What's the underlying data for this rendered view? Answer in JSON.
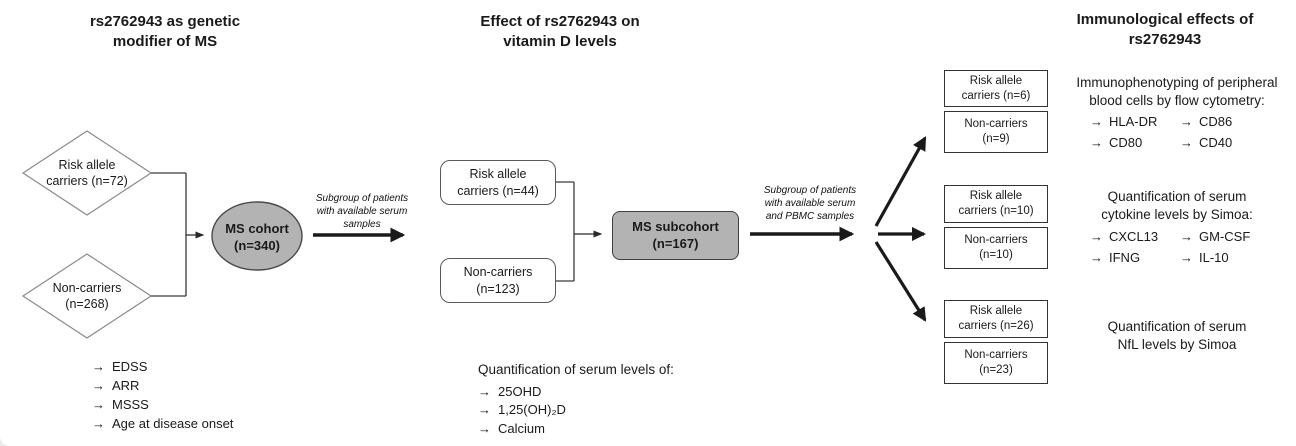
{
  "icons": {
    "arrow_right": "→"
  },
  "left": {
    "title_lines": [
      "rs2762943 as genetic",
      "modifier of MS"
    ],
    "risk_diamond_lines": [
      "Risk allele",
      "carriers (n=72)"
    ],
    "noncarrier_diamond_lines": [
      "Non-carriers",
      "(n=268)"
    ],
    "cohort_lines": [
      "MS cohort",
      "(n=340)"
    ],
    "outcome_items": [
      "EDSS",
      "ARR",
      "MSSS",
      "Age at disease onset"
    ]
  },
  "middle": {
    "title_lines": [
      "Effect of rs2762943 on",
      "vitamin D levels"
    ],
    "subgroup_label_lines": [
      "Subgroup of patients",
      "with available serum",
      "samples"
    ],
    "risk_box_lines": [
      "Risk allele",
      "carriers (n=44)"
    ],
    "noncarrier_box_lines": [
      "Non-carriers",
      "(n=123)"
    ],
    "subcohort_lines": [
      "MS subcohort",
      "(n=167)"
    ],
    "quant_heading": "Quantification of serum levels of:",
    "quant_items": [
      "25OHD",
      "1,25(OH)₂D",
      "Calcium"
    ]
  },
  "right": {
    "title_lines": [
      "Immunological effects of",
      "rs2762943"
    ],
    "subgroup_label_lines": [
      "Subgroup of patients",
      "with available serum",
      "and PBMC samples"
    ],
    "groups": [
      {
        "risk_lines": [
          "Risk allele",
          "carriers (n=6)"
        ],
        "noncarrier_lines": [
          "Non-carriers",
          "(n=9)"
        ],
        "desc_lines": [
          "Immunophenotyping of peripheral",
          "blood cells by flow cytometry:"
        ],
        "markers": [
          "HLA-DR",
          "CD86",
          "CD80",
          "CD40"
        ]
      },
      {
        "risk_lines": [
          "Risk allele",
          "carriers (n=10)"
        ],
        "noncarrier_lines": [
          "Non-carriers",
          "(n=10)"
        ],
        "desc_lines": [
          "Quantification of serum",
          "cytokine levels by Simoa:"
        ],
        "markers": [
          "CXCL13",
          "GM-CSF",
          "IFNG",
          "IL-10"
        ]
      },
      {
        "risk_lines": [
          "Risk allele",
          "carriers (n=26)"
        ],
        "noncarrier_lines": [
          "Non-carriers",
          "(n=23)"
        ],
        "desc_lines": [
          "Quantification of serum",
          "NfL levels by Simoa"
        ],
        "markers": []
      }
    ]
  }
}
